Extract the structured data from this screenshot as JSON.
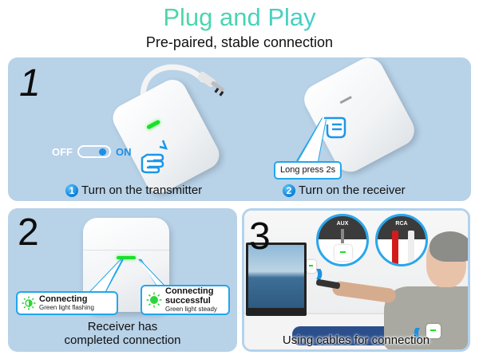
{
  "header": {
    "title": "Plug and Play",
    "subtitle": "Pre-paired, stable connection",
    "title_gradient": [
      "#5fe08a",
      "#3fc4ee"
    ]
  },
  "panel_1": {
    "step_number": "1",
    "toggle": {
      "off_label": "OFF",
      "on_label": "ON",
      "state": "on"
    },
    "left_caption": {
      "badge": "1",
      "text": "Turn on the transmitter"
    },
    "right_callout": "Long press 2s",
    "right_caption": {
      "badge": "2",
      "text": "Turn on the receiver"
    }
  },
  "panel_2": {
    "step_number": "2",
    "status_connecting": {
      "title": "Connecting",
      "detail": "Green light flashing",
      "icon": "half-sun-icon"
    },
    "status_success": {
      "title": "Connecting",
      "title_line2": "successful",
      "detail": "Green light steady",
      "icon": "sun-icon"
    },
    "caption_line1": "Receiver has",
    "caption_line2": "completed connection"
  },
  "panel_3": {
    "step_number": "3",
    "inset_aux_label": "AUX",
    "inset_rca_label": "RCA",
    "caption": "Using cables for connection"
  },
  "colors": {
    "panel_bg": "#b8d2e8",
    "accent_blue": "#23a6ea",
    "led_green": "#19e02a",
    "toggle_knob": "#1d8fe6"
  }
}
